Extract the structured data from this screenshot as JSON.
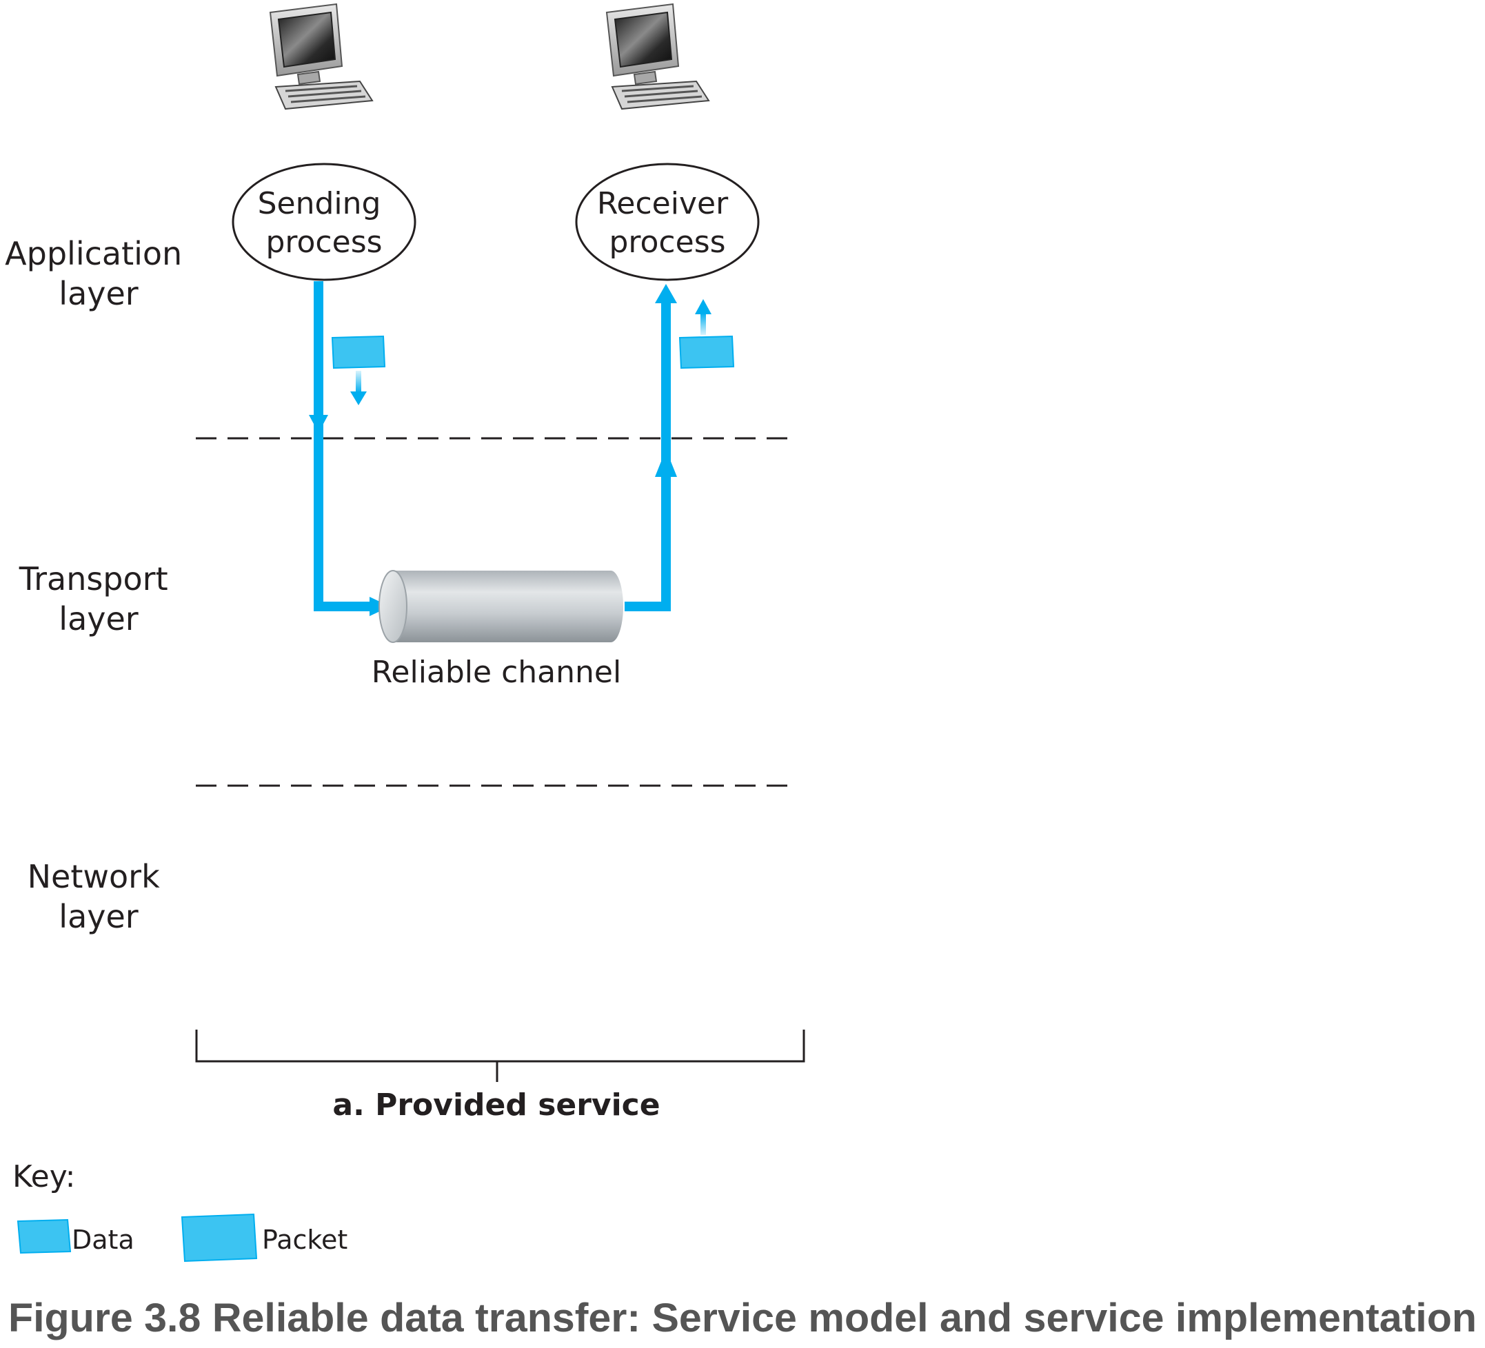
{
  "layers": {
    "application": [
      "Application",
      "layer"
    ],
    "transport": [
      "Transport",
      "layer"
    ],
    "network": [
      "Network",
      "layer"
    ]
  },
  "sender": {
    "line1": "Sending",
    "line2": "process"
  },
  "receiver": {
    "line1": "Receiver",
    "line2": "process"
  },
  "channel": {
    "label": "Reliable channel"
  },
  "service": {
    "label": "a. Provided service"
  },
  "key": {
    "title": "Key:",
    "data_label": "Data",
    "packet_label": "Packet"
  },
  "caption": "Figure 3.8 Reliable data transfer: Service model and service implementation",
  "colors": {
    "flow": "#00aeef",
    "data_box": "#3cc4f2",
    "pipe": "#c9ced2",
    "text": "#231f20",
    "caption": "#555555"
  },
  "icons": [
    "computer-icon",
    "computer-icon"
  ]
}
